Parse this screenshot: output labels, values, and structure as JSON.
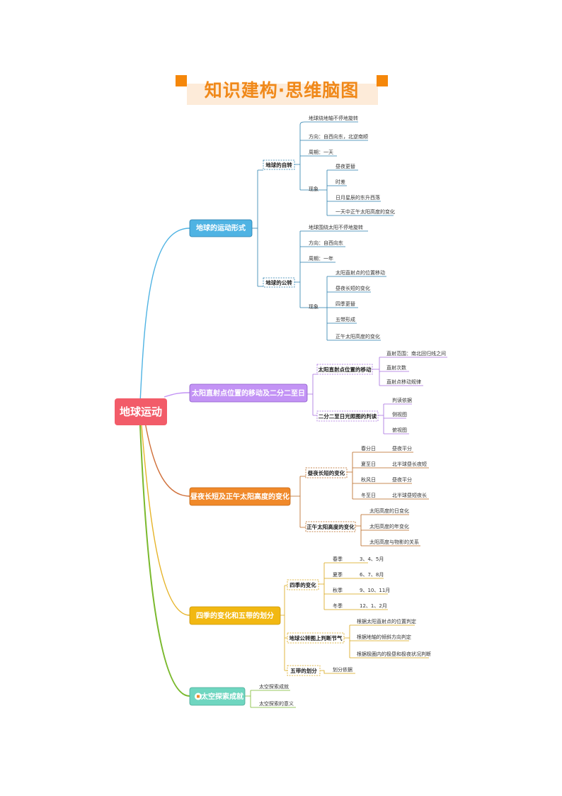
{
  "title": "知识建构·思维脑图",
  "root": "地球运动",
  "colors": {
    "root": "#f25c69",
    "blue": "#4fb3e3",
    "purple": "#c393f5",
    "orange": "#f0892a",
    "yellow": "#f2b812",
    "green": "#6fd6c0",
    "green_line": "#7ab92d"
  },
  "branch1": {
    "label": "地球的运动形式",
    "rot": {
      "label": "地球的自转",
      "leaves": [
        "地球绕地轴不停地旋转",
        "方向：自西向东，北逆南顺",
        "周期：一天"
      ],
      "phen_label": "现象",
      "phen": [
        "昼夜更替",
        "时差",
        "日月星辰的东升西落",
        "一天中正午太阳高度的变化"
      ]
    },
    "rev": {
      "label": "地球的公转",
      "leaves": [
        "地球围绕太阳不停地旋转",
        "方向：自西向东",
        "周期：一年"
      ],
      "phen_label": "现象",
      "phen": [
        "太阳直射点的位置移动",
        "昼夜长短的变化",
        "四季更替",
        "五带形成",
        "正午太阳高度的变化"
      ]
    }
  },
  "branch2": {
    "label": "太阳直射点位置的移动及二分二至日",
    "a": {
      "label": "太阳直射点位置的移动",
      "leaves": [
        "直射范围：南北回归线之间",
        "直射次数",
        "直射点移动规律"
      ]
    },
    "b": {
      "label": "二分二至日光照图的判读",
      "leaves": [
        "判读依据",
        "侧视图",
        "俯视图"
      ]
    }
  },
  "branch3": {
    "label": "昼夜长短及正午太阳高度的变化",
    "a": {
      "label": "昼夜长短的变化",
      "rows": [
        {
          "day": "春分日",
          "desc": "昼夜平分"
        },
        {
          "day": "夏至日",
          "desc": "北半球昼长夜短"
        },
        {
          "day": "秋风日",
          "desc": "昼夜平分"
        },
        {
          "day": "冬至日",
          "desc": "北半球昼短夜长"
        }
      ]
    },
    "b": {
      "label": "正午太阳高度的变化",
      "leaves": [
        "太阳高度的日变化",
        "太阳高度的年变化",
        "太阳高度与物影的关系"
      ]
    }
  },
  "branch4": {
    "label": "四季的变化和五带的划分",
    "a": {
      "label": "四季的变化",
      "rows": [
        {
          "season": "春季",
          "months": "3、4、5月"
        },
        {
          "season": "夏季",
          "months": "6、7、8月"
        },
        {
          "season": "秋季",
          "months": "9、10、11月"
        },
        {
          "season": "冬季",
          "months": "12、1、2月"
        }
      ]
    },
    "b": {
      "label": "地球公转图上判断节气",
      "leaves": [
        "根据太阳直射点的位置判定",
        "根据地轴的倾斜方向判定",
        "根据极圈内的极昼和极夜状况判断"
      ]
    },
    "c": {
      "label": "五带的划分",
      "leaves": [
        "划分依据"
      ]
    }
  },
  "branch5": {
    "label": "太空探索成就",
    "leaves": [
      "太空探索成就",
      "太空探索的意义"
    ]
  }
}
